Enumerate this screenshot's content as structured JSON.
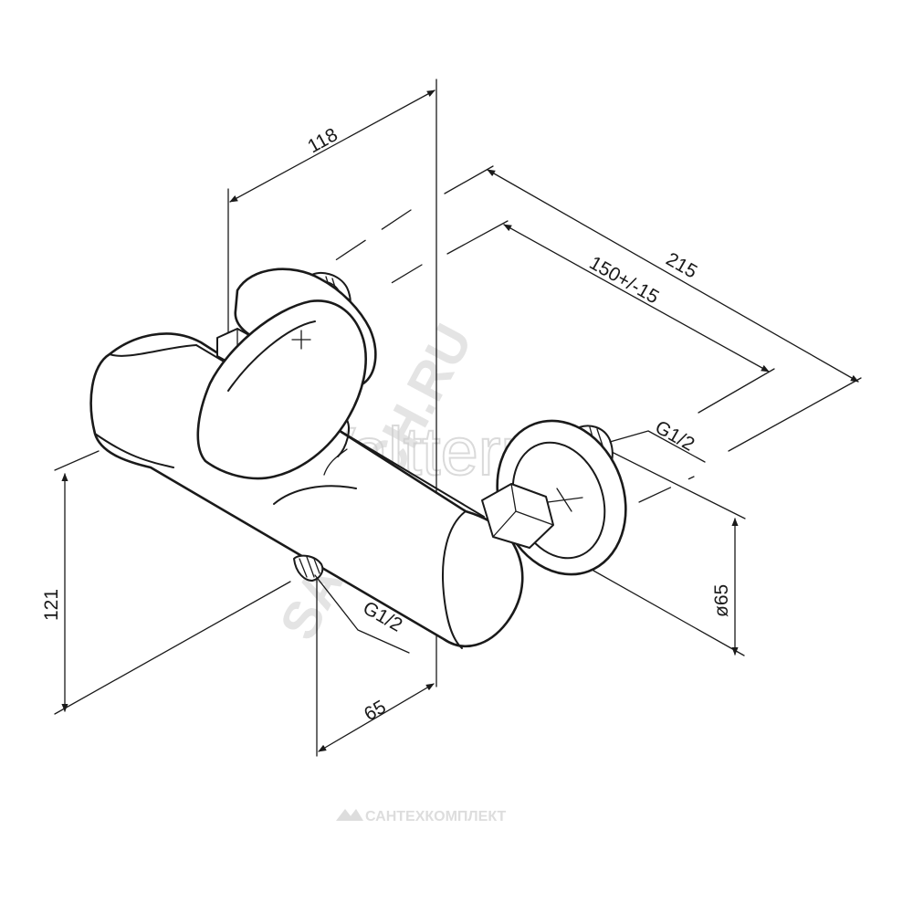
{
  "dimensions": {
    "width_118": "118",
    "length_215": "215",
    "spacing_150": "150+/-15",
    "thread_top": "G1/2",
    "thread_bottom": "G1/2",
    "height_121": "121",
    "depth_65": "65",
    "diameter_65": "ø65"
  },
  "watermarks": {
    "brand": "Valtterra",
    "site": "SANTECH.RU",
    "footer": "САНТЕХКОМПЛЕКТ"
  },
  "colors": {
    "line": "#1a1a1a",
    "watermark": "#d2d2d2",
    "background": "#ffffff"
  }
}
